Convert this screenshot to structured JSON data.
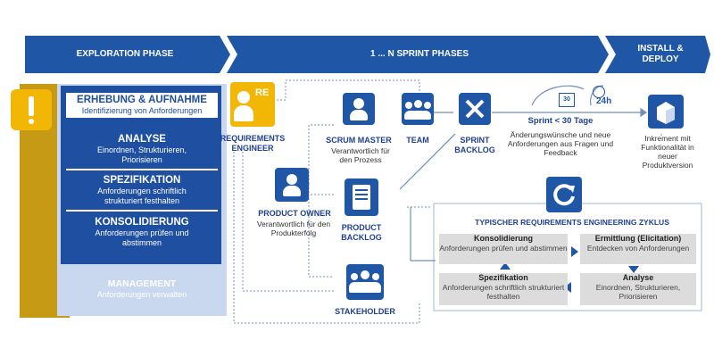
{
  "phases": {
    "exploration": "EXPLORATION PHASE",
    "sprint": "1 ... N SPRINT PHASES",
    "install": "INSTALL & DEPLOY"
  },
  "left_panel": [
    {
      "title": "ERHEBUNG & AUFNAHME",
      "sub": "Identifizierung von Anforderungen"
    },
    {
      "title": "ANALYSE",
      "sub": "Einordnen, Strukturieren, Priorisieren"
    },
    {
      "title": "SPEZIFIKATION",
      "sub": "Anforderungen schriftlich strukturiert festhalten"
    },
    {
      "title": "KONSOLIDIERUNG",
      "sub": "Anforderungen prüfen und abstimmen"
    },
    {
      "title": "MANAGEMENT",
      "sub": "Anforderungen verwalten"
    }
  ],
  "warning_glyph": "!",
  "nodes": {
    "re_badge": "RE",
    "re": {
      "title": "REQUIREMENTS ENGINEER"
    },
    "po": {
      "title": "PRODUCT OWNER",
      "sub": "Verantwortlich für den Produkterfolg"
    },
    "sm": {
      "title": "SCRUM MASTER",
      "sub": "Verantwortlich für den Prozess"
    },
    "team": {
      "title": "TEAM"
    },
    "sprint_backlog": {
      "title": "SPRINT BACKLOG"
    },
    "product_backlog": {
      "title": "PRODUCT BACKLOG"
    },
    "stakeholder": {
      "title": "STAKEHOLDER"
    },
    "sprint": {
      "title": "Sprint < 30 Tage",
      "sub": "Änderungswünsche und neue Anforderungen aus Fragen und Feedback"
    },
    "calendar_label": "30",
    "clock_label": "24h",
    "increment": {
      "sub": "Inkrement mit Funktionalität in neuer Produktversion"
    }
  },
  "cycle": {
    "title": "TYPISCHER REQUIREMENTS ENGINEERING ZYKLUS",
    "boxes": [
      {
        "title": "Konsolidierung",
        "sub": "Anforderungen prüfen und abstimmen"
      },
      {
        "title": "Ermittlung (Elicitation)",
        "sub": "Entdecken von Anforderungen"
      },
      {
        "title": "Spezifikation",
        "sub": "Anforderungen schriftlich strukturiert festhalten"
      },
      {
        "title": "Analyse",
        "sub": "Einordnen, Strukturieren, Priorisieren"
      }
    ]
  },
  "colors": {
    "primary": "#1f56a5",
    "accent": "#f2b705",
    "panel": "#1e4fa0",
    "light_blue": "#c9d8ee"
  }
}
